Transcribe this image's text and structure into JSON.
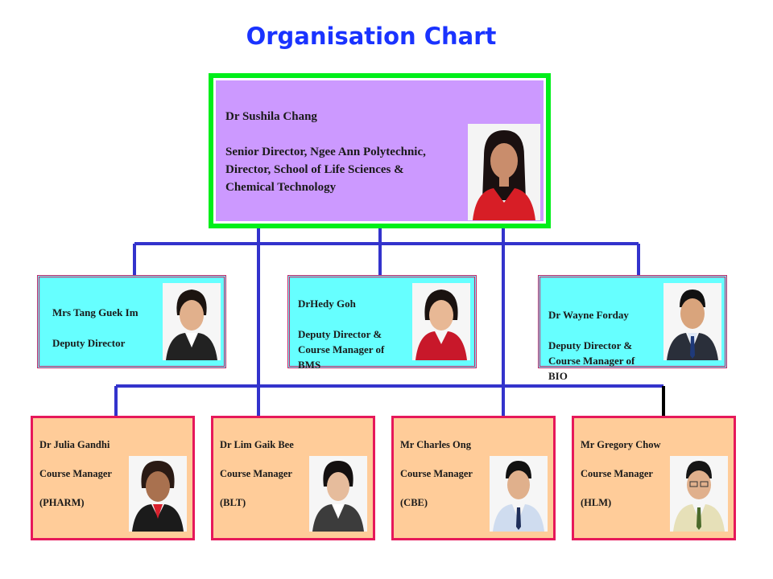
{
  "title": "Organisation Chart",
  "director": {
    "name": "Dr Sushila Chang",
    "role_lines": "Senior Director, Ngee Ann Polytechnic,\nDirector, School of Life Sciences &\nChemical Technology"
  },
  "deputies": [
    {
      "name": "Mrs Tang Guek Im",
      "role": "Deputy Director"
    },
    {
      "name": "DrHedy Goh",
      "role": "Deputy Director &\nCourse Manager of\nBMS"
    },
    {
      "name": "Dr Wayne Forday",
      "role": "Deputy Director &\nCourse Manager of\nBIO"
    }
  ],
  "course_managers": [
    {
      "name": "Dr Julia Gandhi",
      "role": "Course Manager",
      "course": "(PHARM)"
    },
    {
      "name": "Dr Lim Gaik Bee",
      "role": "Course Manager",
      "course": "(BLT)"
    },
    {
      "name": "Mr Charles Ong",
      "role": "Course Manager",
      "course": "(CBE)"
    },
    {
      "name": "Mr Gregory Chow",
      "role": "Course Manager",
      "course": "(HLM)"
    }
  ],
  "colors": {
    "title": "#1a33ff",
    "connector": "#3333cc",
    "director_border": "#00ee1a",
    "director_fill": "#cc99ff",
    "deputy_fill": "#66ffff",
    "deputy_border": "#cc2266",
    "course_fill": "#ffcc99",
    "course_border": "#e6185a"
  }
}
